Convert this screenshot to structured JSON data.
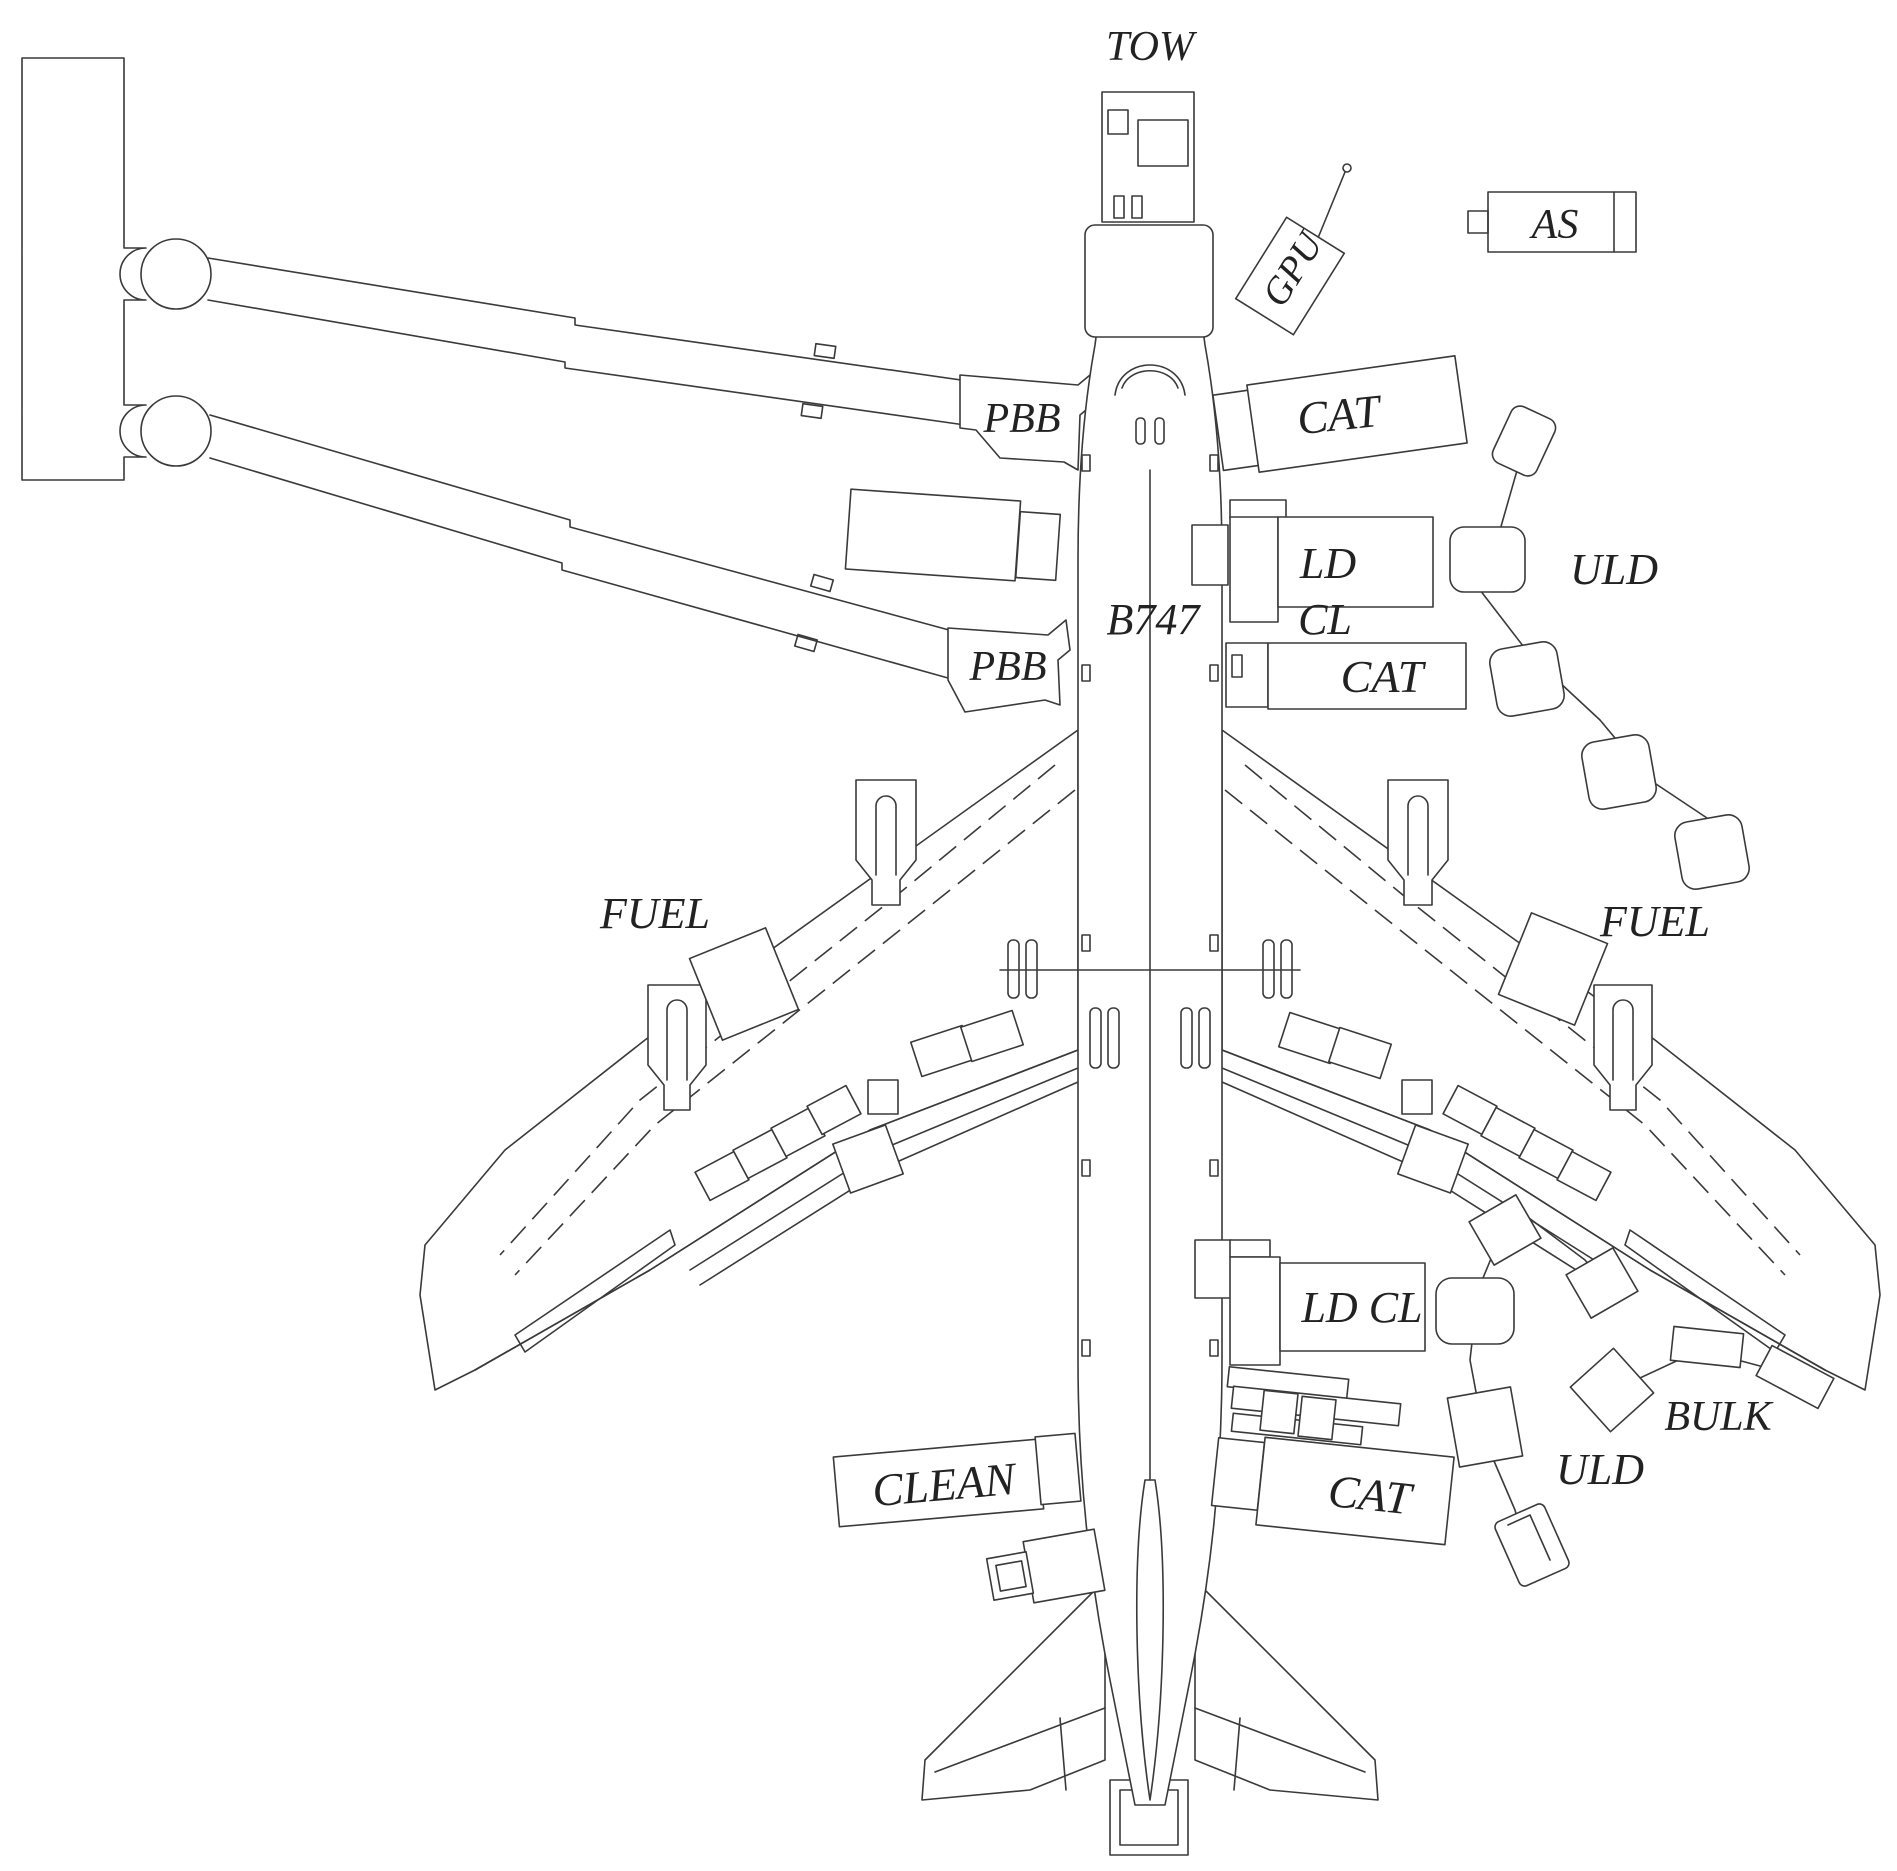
{
  "aircraft": {
    "label": "B747"
  },
  "labels": {
    "tow": "TOW",
    "gpu": "GPU",
    "as": "AS",
    "pbb_upper": "PBB",
    "pbb_lower": "PBB",
    "cat_1": "CAT",
    "cat_2": "CAT",
    "cat_3": "CAT",
    "ld_front": "LD",
    "cl_front": "CL",
    "ld_cl_rear": "LD CL",
    "uld_front": "ULD",
    "uld_rear": "ULD",
    "fuel_left": "FUEL",
    "fuel_right": "FUEL",
    "bulk": "BULK",
    "clean": "CLEAN"
  }
}
